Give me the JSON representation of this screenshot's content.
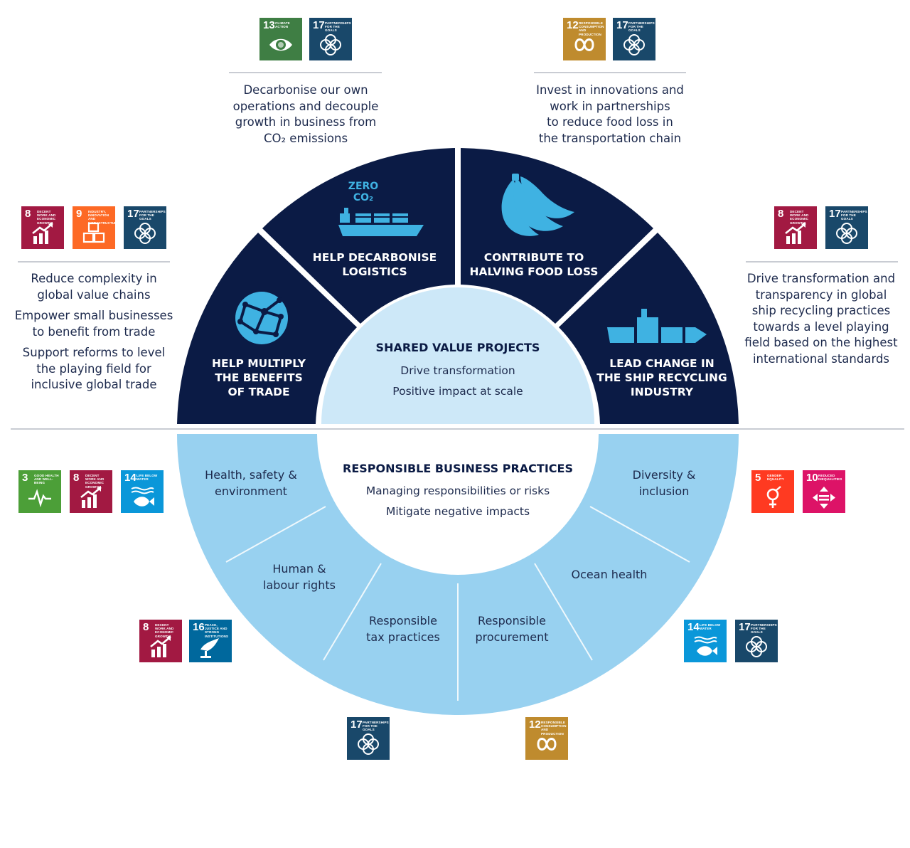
{
  "colors": {
    "navy": "#0b1b45",
    "light_blue_center": "#cde8f8",
    "sky_blue": "#98d1f0",
    "icon_cyan": "#3fb2e2",
    "divider": "#c9ccd3"
  },
  "shared_value": {
    "title": "SHARED VALUE PROJECTS",
    "line1": "Drive transformation",
    "line2": "Positive impact at scale",
    "segments": [
      {
        "id": "trade",
        "lines": [
          "HELP MULTIPLY",
          "THE BENEFITS",
          "OF TRADE"
        ],
        "icon": "globe-network-icon"
      },
      {
        "id": "logistics",
        "lines": [
          "HELP DECARBONISE",
          "LOGISTICS"
        ],
        "icon": "zero-co2-ship-icon",
        "icon_text": [
          "ZERO",
          "CO₂"
        ]
      },
      {
        "id": "food",
        "lines": [
          "CONTRIBUTE TO",
          "HALVING FOOD LOSS"
        ],
        "icon": "banana-icon"
      },
      {
        "id": "recycling",
        "lines": [
          "LEAD CHANGE IN",
          "THE SHIP RECYCLING",
          "INDUSTRY"
        ],
        "icon": "ship-recycling-icon"
      }
    ]
  },
  "responsible": {
    "title": "RESPONSIBLE BUSINESS PRACTICES",
    "line1": "Managing responsibilities or risks",
    "line2": "Mitigate negative impacts",
    "segments": [
      {
        "id": "hse",
        "lines": [
          "Health, safety &",
          "environment"
        ]
      },
      {
        "id": "human",
        "lines": [
          "Human &",
          "labour rights"
        ]
      },
      {
        "id": "tax",
        "lines": [
          "Responsible",
          "tax practices"
        ]
      },
      {
        "id": "procure",
        "lines": [
          "Responsible",
          "procurement"
        ]
      },
      {
        "id": "ocean",
        "lines": [
          "Ocean health"
        ]
      },
      {
        "id": "diversity",
        "lines": [
          "Diversity &",
          "inclusion"
        ]
      }
    ]
  },
  "annotations": {
    "top_left": [
      "Decarbonise our own",
      "operations and decouple",
      "growth in business from",
      "CO₂ emissions"
    ],
    "top_right": [
      "Invest in innovations and",
      "work in partnerships",
      "to reduce food loss in",
      "the transportation chain"
    ],
    "left": [
      [
        "Reduce complexity in",
        "global value chains"
      ],
      [
        "Empower small businesses",
        "to benefit from trade"
      ],
      [
        "Support reforms to level",
        "the playing field for",
        "inclusive global trade"
      ]
    ],
    "right": [
      "Drive transformation and",
      "transparency in global",
      "ship recycling practices",
      "towards a level playing",
      "field based on the highest",
      "international standards"
    ]
  },
  "sdg": {
    "3": {
      "title": "Good health and well-being",
      "color": "#4c9f38",
      "icon": "heartbeat-icon"
    },
    "5": {
      "title": "Gender equality",
      "color": "#ff3a21",
      "icon": "gender-equality-icon"
    },
    "8": {
      "title": "Decent work and economic growth",
      "color": "#a21942",
      "icon": "growth-chart-icon"
    },
    "9": {
      "title": "Industry, innovation and infrastructure",
      "color": "#fd6925",
      "icon": "cubes-icon"
    },
    "10": {
      "title": "Reduced inequalities",
      "color": "#dd1367",
      "icon": "equality-arrows-icon"
    },
    "12": {
      "title": "Responsible consumption and production",
      "color": "#bf8b2e",
      "icon": "infinity-icon"
    },
    "13": {
      "title": "Climate action",
      "color": "#3f7e44",
      "icon": "eye-globe-icon"
    },
    "14": {
      "title": "Life below water",
      "color": "#0a97d9",
      "icon": "fish-icon"
    },
    "16": {
      "title": "Peace, justice and strong institutions",
      "color": "#00689d",
      "icon": "dove-icon"
    },
    "17": {
      "title": "Partnerships for the goals",
      "color": "#19486a",
      "icon": "flower-rings-icon"
    }
  }
}
